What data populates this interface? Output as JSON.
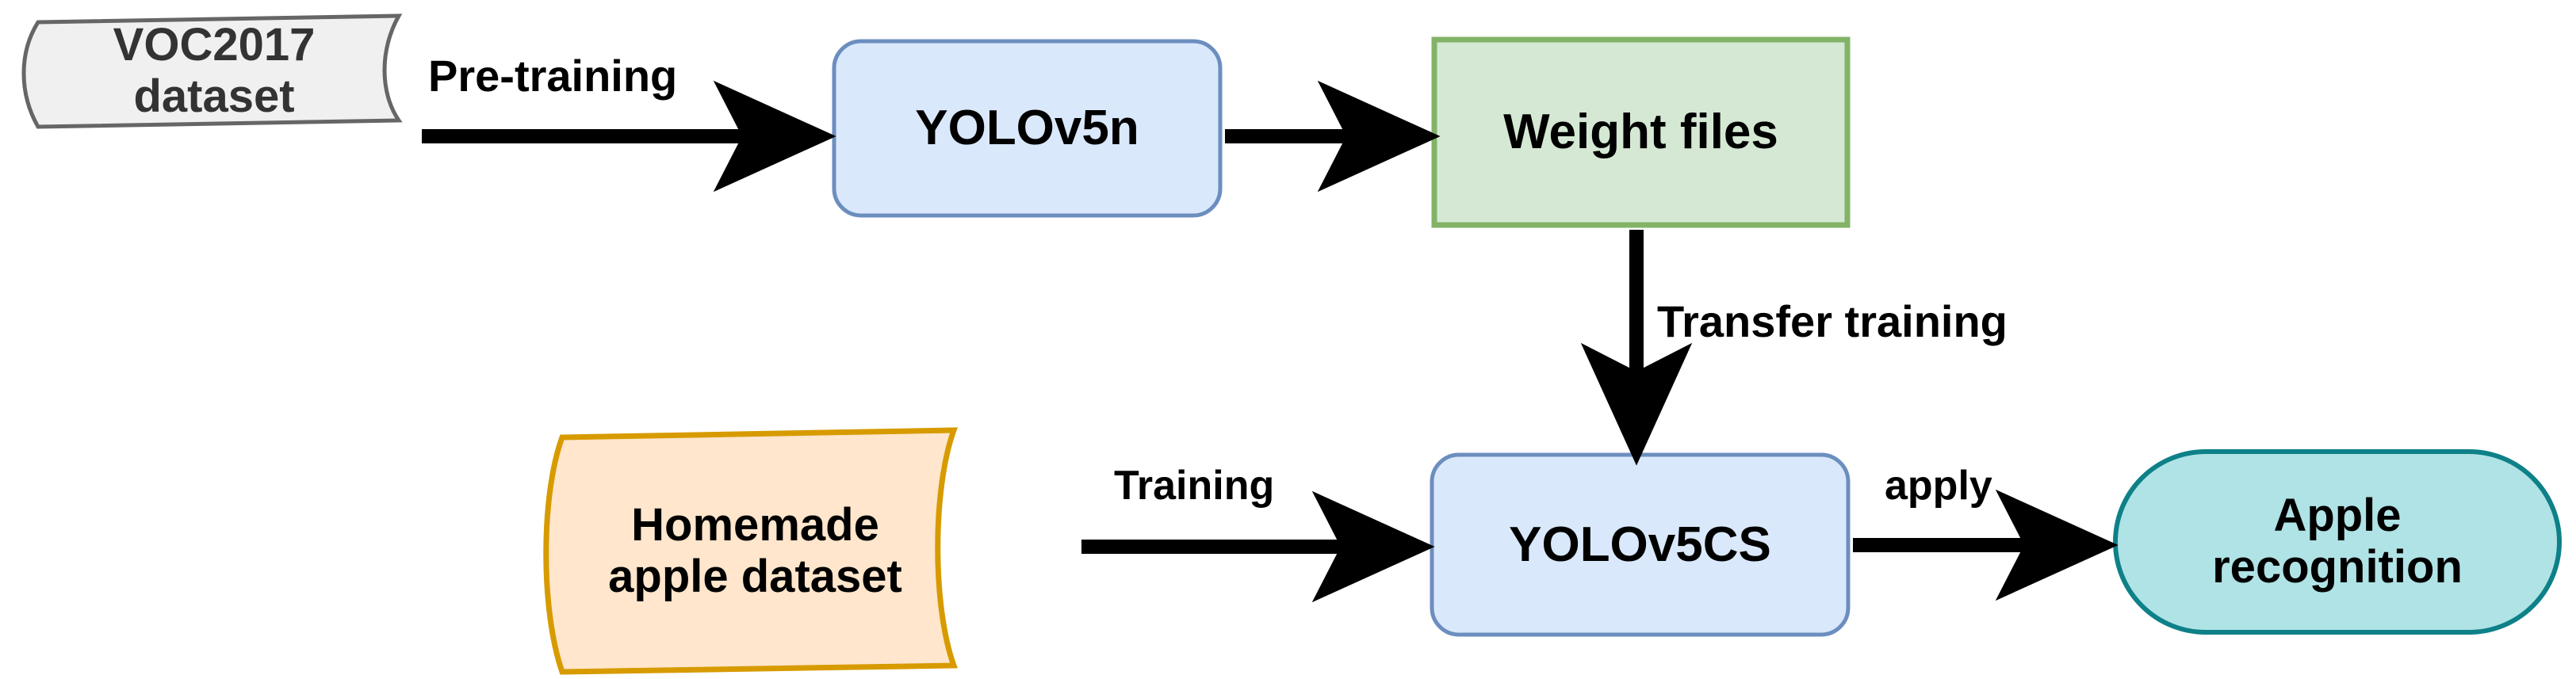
{
  "diagram": {
    "title": "YOLOv5CS apple recognition transfer-learning pipeline",
    "background_color": "#ffffff",
    "nodes": [
      {
        "id": "voc2017-dataset",
        "label": "VOC2017\ndataset",
        "shape": "tape",
        "fill": "#f0f0f0",
        "stroke": "#666666",
        "text_color": "#333333"
      },
      {
        "id": "yolov5n",
        "label": "YOLOv5n",
        "shape": "rounded-rectangle",
        "fill": "#dae8fc",
        "stroke": "#6c8ebf",
        "text_color": "#000000"
      },
      {
        "id": "weight-files",
        "label": "Weight files",
        "shape": "rectangle",
        "fill": "#d5e8d4",
        "stroke": "#82b366",
        "text_color": "#000000"
      },
      {
        "id": "homemade-apple-dataset",
        "label": "Homemade\napple dataset",
        "shape": "tape",
        "fill": "#ffe6cc",
        "stroke": "#d79b00",
        "text_color": "#000000"
      },
      {
        "id": "yolov5cs",
        "label": "YOLOv5CS",
        "shape": "rounded-rectangle",
        "fill": "#dae8fc",
        "stroke": "#6c8ebf",
        "text_color": "#000000"
      },
      {
        "id": "apple-recognition",
        "label": "Apple\nrecognition",
        "shape": "pill",
        "fill": "#b0e3e6",
        "stroke": "#0e8088",
        "text_color": "#000000"
      }
    ],
    "edges": [
      {
        "id": "pre-training",
        "label": "Pre-training",
        "from": "voc2017-dataset",
        "to": "yolov5n",
        "direction": "right",
        "color": "#000000"
      },
      {
        "id": "weights-out",
        "label": "",
        "from": "yolov5n",
        "to": "weight-files",
        "direction": "right",
        "color": "#000000"
      },
      {
        "id": "transfer-training",
        "label": "Transfer training",
        "from": "weight-files",
        "to": "yolov5cs",
        "direction": "down",
        "color": "#000000"
      },
      {
        "id": "training",
        "label": "Training",
        "from": "homemade-apple-dataset",
        "to": "yolov5cs",
        "direction": "right",
        "color": "#000000"
      },
      {
        "id": "apply",
        "label": "apply",
        "from": "yolov5cs",
        "to": "apple-recognition",
        "direction": "right",
        "color": "#000000"
      }
    ]
  }
}
